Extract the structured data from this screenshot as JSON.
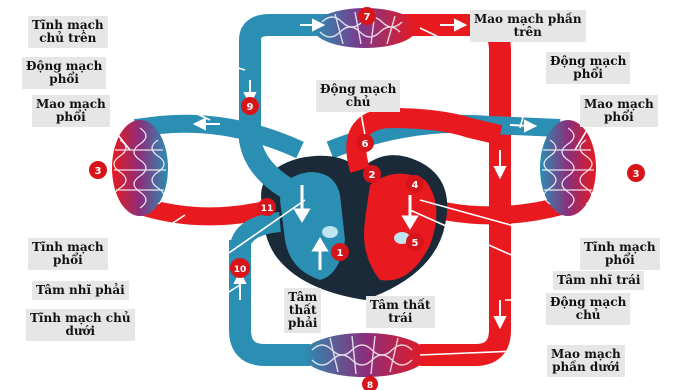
{
  "colors": {
    "oxygenated": "#e8191f",
    "deoxygenated": "#2a8fb3",
    "heart_dark": "#1b2a38",
    "badge": "#d7141a",
    "label_bg": "#e6e6e6"
  },
  "labels": {
    "tinh_mach_chu_tren": "Tĩnh mạch\nchủ trên",
    "mao_mach_phan_tren": "Mao mạch phần\ntrên",
    "dong_mach_phoi_left": "Động mạch\nphổi",
    "dong_mach_phoi_right": "Động mạch\nphổi",
    "dong_mach_chu_top": "Động mạch\nchủ",
    "mao_mach_phoi_left": "Mao mạch\nphổi",
    "mao_mach_phoi_right": "Mao mạch\nphổi",
    "tinh_mach_phoi_left": "Tĩnh mạch\nphổi",
    "tinh_mach_phoi_right": "Tĩnh mạch\nphổi",
    "tam_nhi_phai": "Tâm nhĩ phải",
    "tam_nhi_trai": "Tâm nhĩ trái",
    "tinh_mach_chu_duoi": "Tĩnh mạch chủ\ndưới",
    "tam_that_phai": "Tâm\nthất\nphải",
    "tam_that_trai": "Tâm thất\ntrái",
    "dong_mach_chu_right": "Động mạch\nchủ",
    "mao_mach_phan_duoi": "Mao mạch\nphần dưới"
  },
  "numbers": {
    "n1": "1",
    "n2": "2",
    "n3_left": "3",
    "n3_right": "3",
    "n4": "4",
    "n5": "5",
    "n6": "6",
    "n7": "7",
    "n8": "8",
    "n9": "9",
    "n10": "10",
    "n11": "11"
  }
}
